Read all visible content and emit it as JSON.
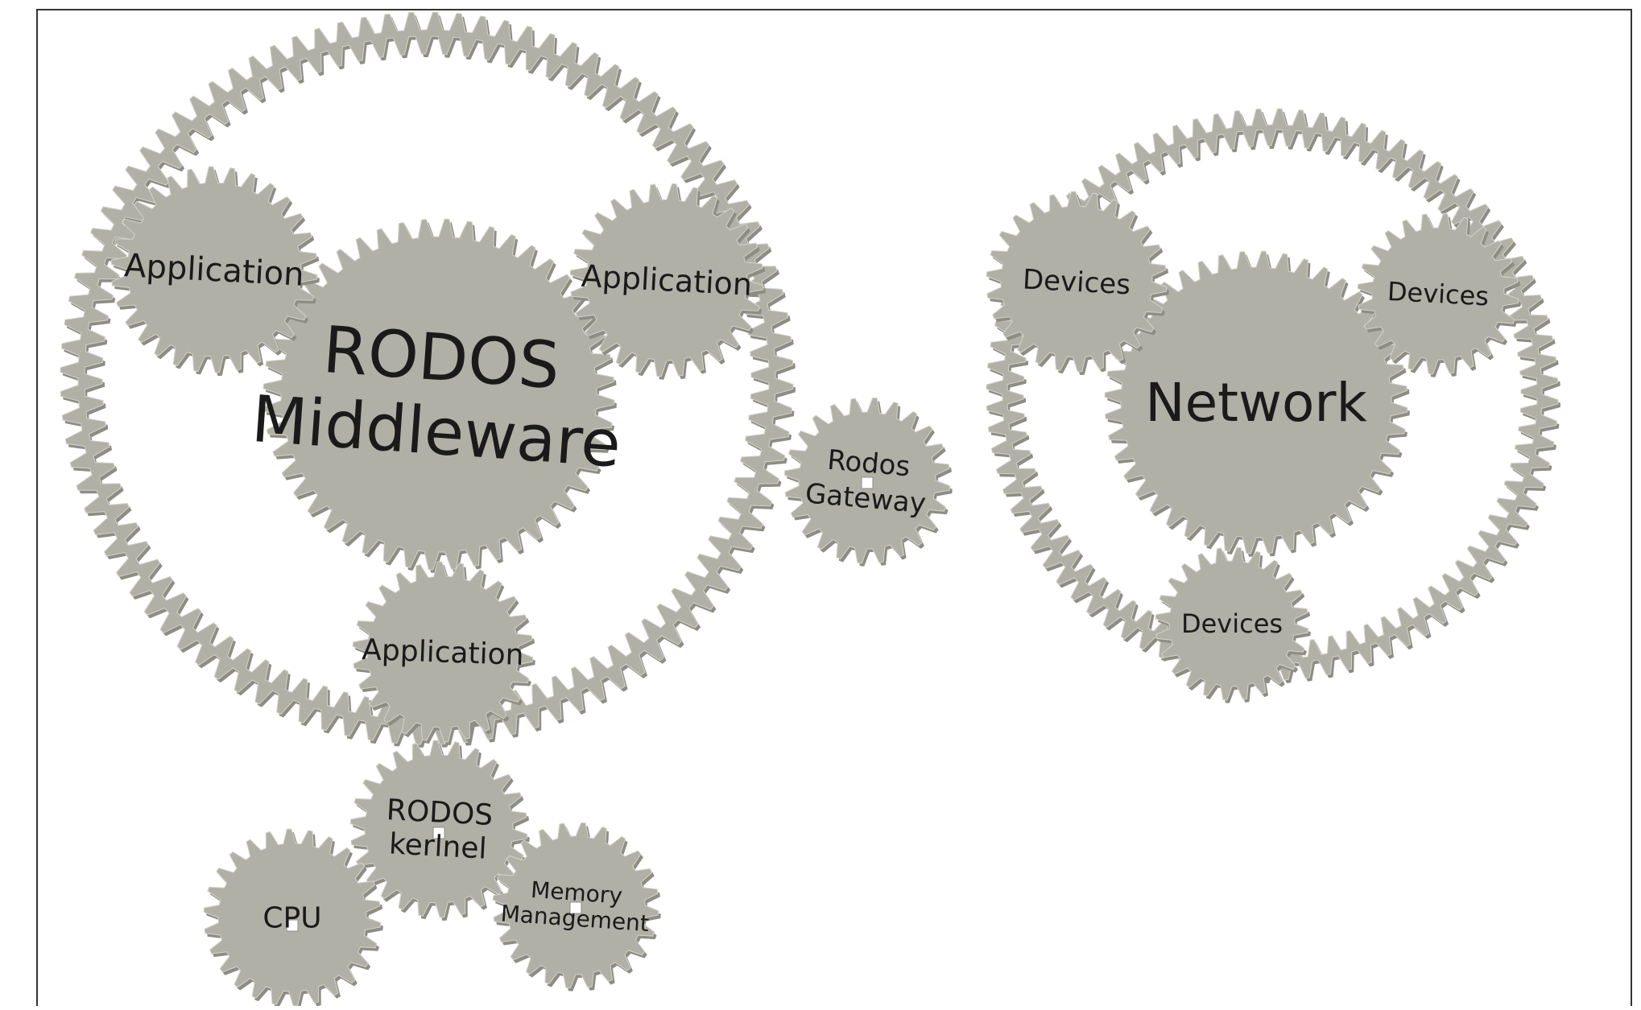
{
  "colors": {
    "background": "#ffffff",
    "frame": "#333333",
    "gear_face": "#b0b0a6",
    "gear_shade": "#8d8d84",
    "gear_light": "#d3d3cb",
    "text": "#1a1a1a"
  },
  "gears": {
    "middleware_ring": {
      "label": ""
    },
    "network_ring": {
      "label": ""
    },
    "rodos_middleware": {
      "lines": [
        "RODOS",
        "Middleware"
      ]
    },
    "application_left": {
      "lines": [
        "Application"
      ]
    },
    "application_right": {
      "lines": [
        "Application"
      ]
    },
    "application_bottom": {
      "lines": [
        "Application"
      ]
    },
    "rodos_gateway": {
      "lines": [
        "Rodos",
        "Gateway"
      ]
    },
    "network": {
      "lines": [
        "Network"
      ]
    },
    "devices_left": {
      "lines": [
        "Devices"
      ]
    },
    "devices_right": {
      "lines": [
        "Devices"
      ]
    },
    "devices_bottom": {
      "lines": [
        "Devices"
      ]
    },
    "rodos_kernel": {
      "lines": [
        "RODOS",
        "kerlnel"
      ]
    },
    "cpu": {
      "lines": [
        "CPU"
      ]
    },
    "memory_management": {
      "lines": [
        "Memory",
        "Management"
      ]
    }
  }
}
